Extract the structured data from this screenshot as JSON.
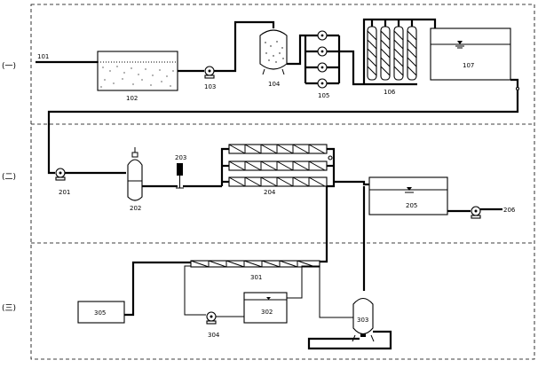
{
  "sections": [
    {
      "id": "s1",
      "label": "(一)"
    },
    {
      "id": "s2",
      "label": "(二)"
    },
    {
      "id": "s3",
      "label": "(三)"
    }
  ],
  "units": {
    "u101": "101",
    "u102": "102",
    "u103": "103",
    "u104": "104",
    "u105": "105",
    "u106": "106",
    "u107": "107",
    "u201": "201",
    "u202": "202",
    "u203": "203",
    "u204": "204",
    "u205": "205",
    "u206": "206",
    "u301": "301",
    "u302": "302",
    "u303": "303",
    "u304": "304",
    "u305": "305"
  }
}
